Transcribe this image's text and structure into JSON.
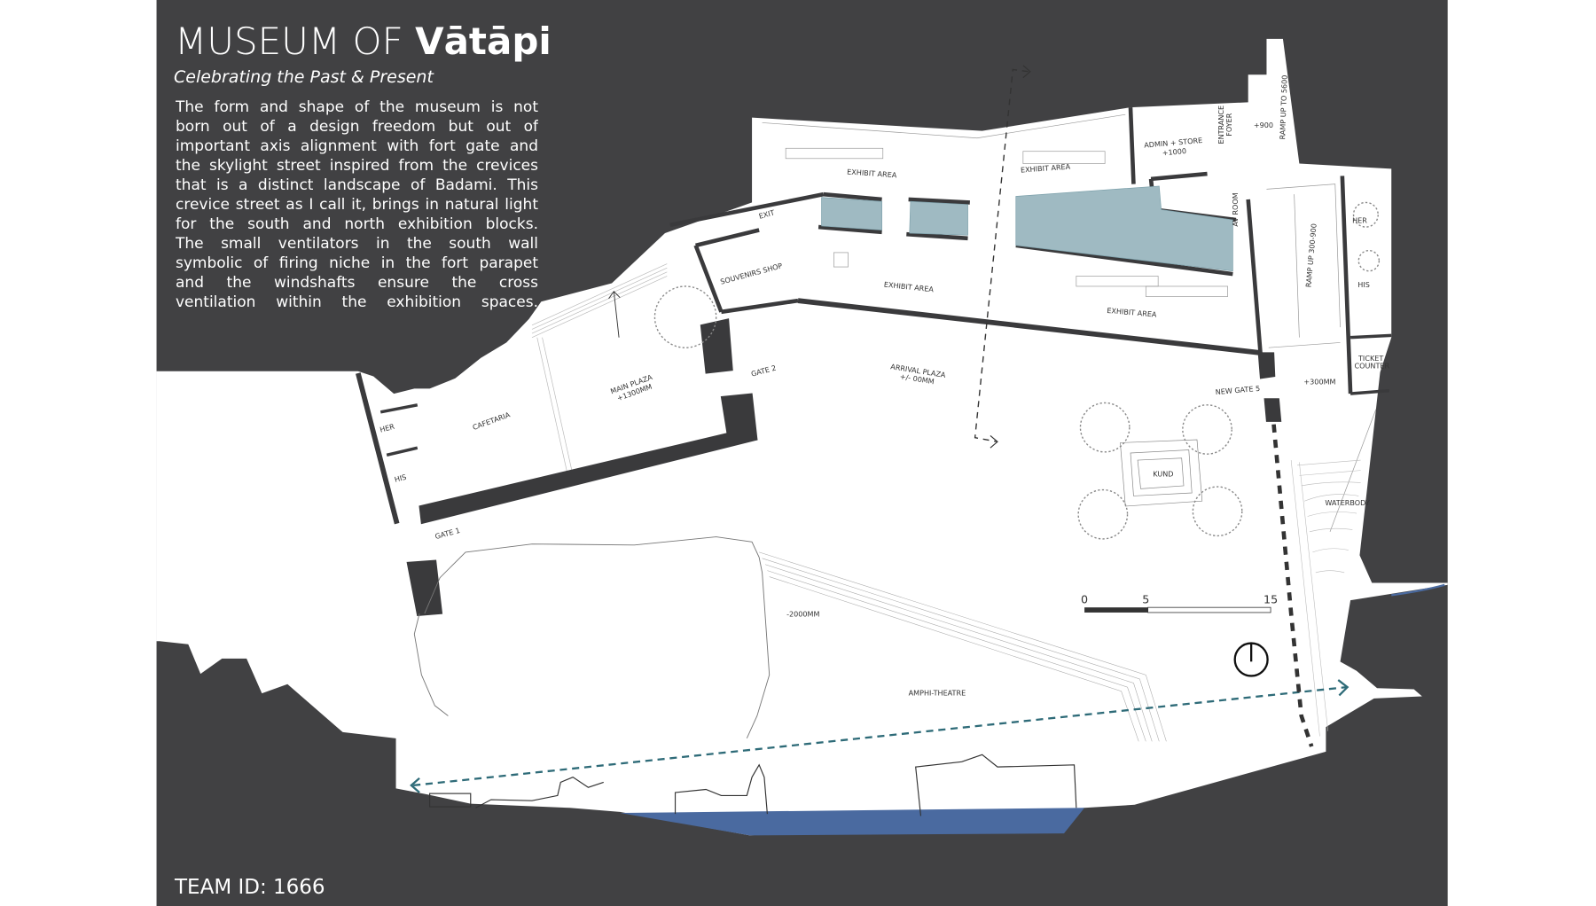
{
  "header": {
    "title_light": "MUSEUM OF ",
    "title_bold": "Vātāpi",
    "subtitle": "Celebrating the Past & Present",
    "paragraph_lines": [
      "The form and shape of the museum is not",
      "born out of a design freedom but out of",
      "important axis alignment with fort gate and",
      "the skylight street inspired from the crevices",
      "that is a distinct landscape of Badami. This",
      "crevice street as I call it, brings in natural light",
      "for the south and north exhibition blocks.",
      "The small ventilators in the south wall",
      "symbolic of firing niche in the fort parapet",
      "and the windshafts ensure the cross",
      "ventilation within the exhibition spaces."
    ]
  },
  "plan": {
    "labels": [
      "EXHIBIT AREA",
      "EXHIBIT AREA",
      "ADMIN + STORE",
      "+1000",
      "ENTRANCE",
      "FOYER",
      "+900",
      "RAMP UP TO 5600",
      "EXIT",
      "SOUVENIRS SHOP",
      "EXHIBIT AREA",
      "AV ROOM",
      "EXHIBIT AREA",
      "HER",
      "HIS",
      "RAMP UP 300-900",
      "TICKET",
      "COUNTER",
      "+300MM",
      "NEW GATE 5",
      "ARRIVAL PLAZA",
      "+/- 00MM",
      "GATE 2",
      "MAIN PLAZA",
      "+1300MM",
      "CAFETARIA",
      "HER",
      "HIS",
      "GATE 1",
      "KUND",
      "WATERBODY",
      "-2000MM",
      "AMPHI-THEATRE"
    ],
    "scale_bar": {
      "ticks": [
        "0",
        "5",
        "15"
      ]
    },
    "north_icon": "north-arrow"
  },
  "footer": {
    "team_id": "TEAM ID: 1666"
  },
  "colors": {
    "background": "#414143",
    "skylight": "#9fbac2",
    "water": "#4a6aa0",
    "axis_line": "#2e6b78",
    "wall": "#3a3a3c"
  }
}
